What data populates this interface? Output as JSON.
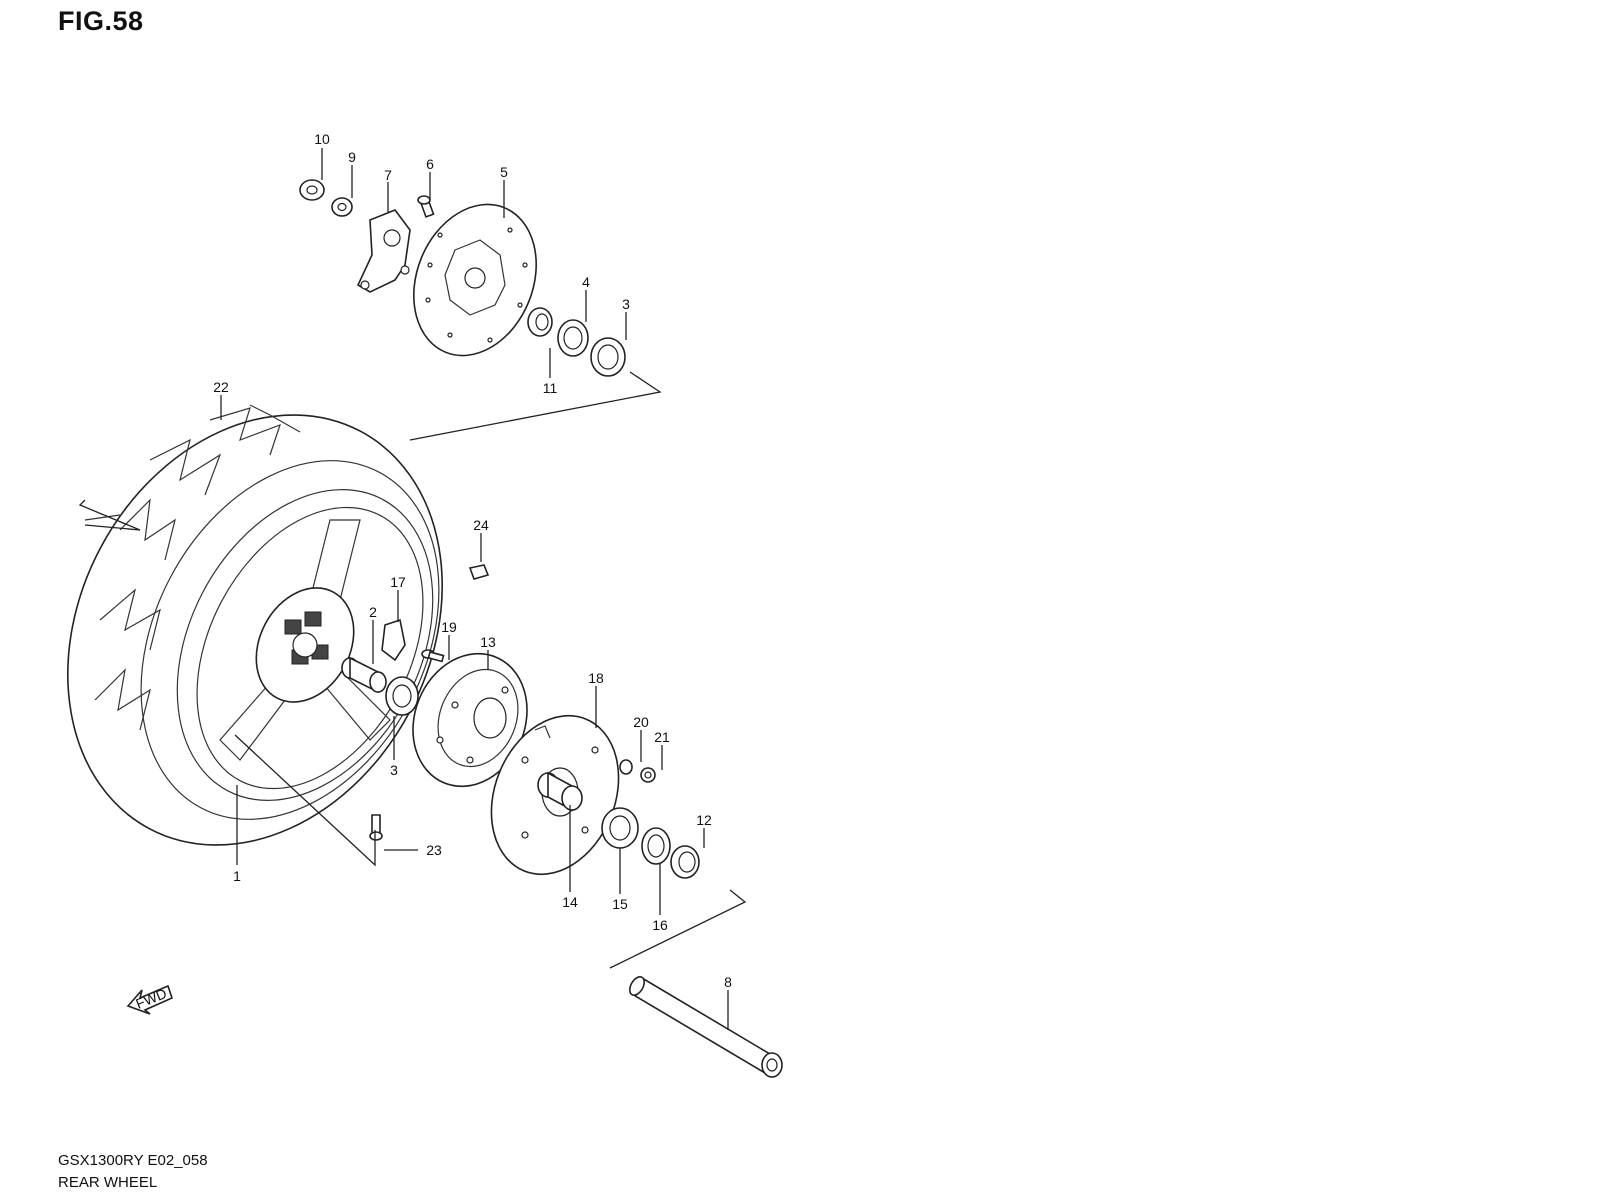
{
  "figure_title": "FIG.58",
  "footer": {
    "model_code": "GSX1300RY E02_058",
    "diagram_name": "REAR WHEEL"
  },
  "fwd_arrow_text": "FWD",
  "callouts": {
    "c1": "1",
    "c2": "2",
    "c3a": "3",
    "c3b": "3",
    "c4": "4",
    "c5": "5",
    "c6": "6",
    "c7": "7",
    "c8": "8",
    "c9": "9",
    "c10": "10",
    "c11": "11",
    "c12": "12",
    "c13": "13",
    "c14": "14",
    "c15": "15",
    "c16": "16",
    "c17": "17",
    "c18": "18",
    "c19": "19",
    "c20": "20",
    "c21": "21",
    "c22": "22",
    "c23": "23",
    "c24": "24"
  }
}
